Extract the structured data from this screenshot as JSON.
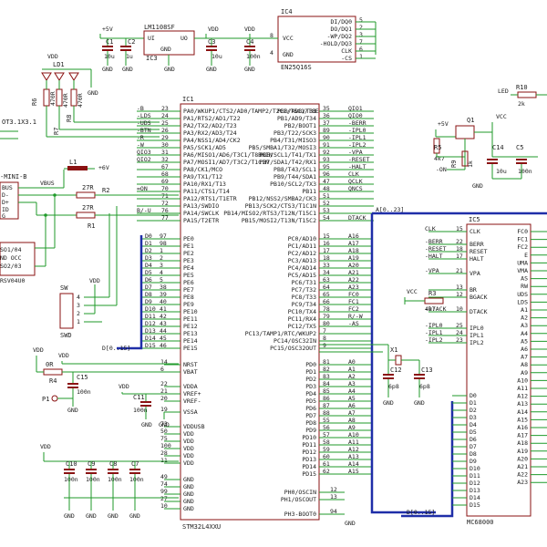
{
  "supply": {
    "vdd": "VDD",
    "plus5v": "+5V",
    "plus6v": "+6V",
    "gnd": "GND"
  },
  "regulator": {
    "ref": "IC3",
    "part": "LM1108SF",
    "pin_in": "UI",
    "pin_out": "UO",
    "pin_gnd": "GND"
  },
  "caps_top": [
    {
      "ref": "C1",
      "value": "10u"
    },
    {
      "ref": "C2",
      "value": "1u"
    },
    {
      "ref": "C3",
      "value": "10u"
    },
    {
      "ref": "C4",
      "value": "100n"
    }
  ],
  "flash": {
    "ref": "IC4",
    "part": "EN25Q16S",
    "pin_vcc": "VCC",
    "pin_gnd": "GND",
    "pins_left_num": [
      "8",
      "4"
    ],
    "pins_right_num": [
      "5",
      "2",
      "3",
      "7",
      "6",
      "1"
    ],
    "pins_right": [
      "DI/DQ0",
      "DO/DQ1",
      "-WP/DQ2",
      "-HOLD/DQ3",
      "CLK",
      "-CS"
    ]
  },
  "leds_top": [
    {
      "ref": "LD1",
      "value": ""
    },
    {
      "ref": "R6",
      "value": "470R"
    },
    {
      "ref": "R7",
      "value": "470R"
    },
    {
      "ref": "R8",
      "value": "470R"
    }
  ],
  "led_right": {
    "label": "LED",
    "ref": "R10",
    "value": "2k"
  },
  "mcu": {
    "ref": "IC1",
    "part": "STM32L4XXU",
    "left_pins": [
      {
        "num": "23",
        "name": "PA0/WKUP1/CTS2/AD0/TAMP2/T2C1/T5C1/T8E"
      },
      {
        "num": "24",
        "name": "PA1/RTS2/AD1/T22"
      },
      {
        "num": "25",
        "name": "PA2/TX2/AD2/T23"
      },
      {
        "num": "26",
        "name": "PA3/RX2/AD3/T24"
      },
      {
        "num": "29",
        "name": "PA4/NSS1/AD4/CK2"
      },
      {
        "num": "30",
        "name": "PA5/SCK1/AD5"
      },
      {
        "num": "31",
        "name": "PA6/MISO1/AD6/T3C1/T8BKIN"
      },
      {
        "num": "32",
        "name": "PA7/MOSI1/AD7/T3C2/T1C1N"
      },
      {
        "num": "67",
        "name": "PA8/CK1/MCO"
      },
      {
        "num": "68",
        "name": "PA9/TX1/T12"
      },
      {
        "num": "69",
        "name": "PA10/RX1/T13"
      },
      {
        "num": "70",
        "name": "PA11/CTS1/T14"
      },
      {
        "num": "71",
        "name": "PA12/RTS1/T1ETR"
      },
      {
        "num": "72",
        "name": "PA13/SWDIO"
      },
      {
        "num": "76",
        "name": "PA14/SWCLK"
      },
      {
        "num": "77",
        "name": "PA15/T2ETR"
      }
    ],
    "right_pins": [
      {
        "num": "35",
        "name": "PB0/AD8/T33"
      },
      {
        "num": "36",
        "name": "PB1/AD9/T34"
      },
      {
        "num": "37",
        "name": "PB2/BOOT1"
      },
      {
        "num": "89",
        "name": "PB3/T22/SCK3"
      },
      {
        "num": "90",
        "name": "PB4/T31/MISO3"
      },
      {
        "num": "91",
        "name": "PB5/SMBA1/T32/MOSI3"
      },
      {
        "num": "92",
        "name": "PB6/SCL1/T41/TX1"
      },
      {
        "num": "93",
        "name": "PB7/SDA1/T42/RX1"
      },
      {
        "num": "95",
        "name": "PB8/T43/SCL1"
      },
      {
        "num": "96",
        "name": "PB9/T44/SDA1"
      },
      {
        "num": "47",
        "name": "PB10/SCL2/TX3"
      },
      {
        "num": "48",
        "name": "PB11"
      },
      {
        "num": "51",
        "name": "PB12/NSS2/SMBA2/CK3"
      },
      {
        "num": "52",
        "name": "PB13/SCK2/CTS3/T1C1N"
      },
      {
        "num": "53",
        "name": "PB14/MISO2/RTS3/T12N/T15C1"
      },
      {
        "num": "54",
        "name": "PB15/MOSI2/T13N/T15C2"
      }
    ],
    "pe_pins": [
      "PE0",
      "PE1",
      "PE2",
      "PE3",
      "PE4",
      "PE5",
      "PE6",
      "PE7",
      "PE8",
      "PE9",
      "PE10",
      "PE11",
      "PE12",
      "PE13",
      "PE14",
      "PE15"
    ],
    "pc_pins": [
      {
        "num": "15",
        "name": "PC0/AD10"
      },
      {
        "num": "16",
        "name": "PC1/AD11"
      },
      {
        "num": "17",
        "name": "PC2/AD12"
      },
      {
        "num": "18",
        "name": "PC3/AD13"
      },
      {
        "num": "33",
        "name": "PC4/AD14"
      },
      {
        "num": "34",
        "name": "PC5/AD15"
      },
      {
        "num": "63",
        "name": "PC6/T31"
      },
      {
        "num": "64",
        "name": "PC7/T32"
      },
      {
        "num": "65",
        "name": "PC8/T33"
      },
      {
        "num": "66",
        "name": "PC9/T34"
      },
      {
        "num": "78",
        "name": "PC10/TX4"
      },
      {
        "num": "79",
        "name": "PC11/RX4"
      },
      {
        "num": "80",
        "name": "PC12/TX5"
      },
      {
        "num": "7",
        "name": "PC13/TAMP1/RTC/WKUP2"
      },
      {
        "num": "8",
        "name": "PC14/OSC32IN"
      },
      {
        "num": "9",
        "name": "PC15/OSC32OUT"
      }
    ],
    "pd_pins": [
      {
        "num": "81",
        "name": "PD0"
      },
      {
        "num": "82",
        "name": "PD1"
      },
      {
        "num": "83",
        "name": "PD2"
      },
      {
        "num": "84",
        "name": "PD3"
      },
      {
        "num": "85",
        "name": "PD4"
      },
      {
        "num": "86",
        "name": "PD5"
      },
      {
        "num": "87",
        "name": "PD6"
      },
      {
        "num": "88",
        "name": "PD7"
      },
      {
        "num": "55",
        "name": "PD8"
      },
      {
        "num": "56",
        "name": "PD9"
      },
      {
        "num": "57",
        "name": "PD10"
      },
      {
        "num": "58",
        "name": "PD11"
      },
      {
        "num": "59",
        "name": "PD12"
      },
      {
        "num": "60",
        "name": "PD13"
      },
      {
        "num": "61",
        "name": "PD14"
      },
      {
        "num": "62",
        "name": "PD15"
      }
    ],
    "power_pins": [
      {
        "num": "14",
        "name": "NRST"
      },
      {
        "num": "6",
        "name": "VBAT"
      },
      {
        "num": "22",
        "name": "VDDA"
      },
      {
        "num": "21",
        "name": "VREF+"
      },
      {
        "num": "20",
        "name": "VREF-"
      },
      {
        "num": "19",
        "name": "VSSA"
      },
      {
        "num": "73",
        "name": "VDDUSB"
      },
      {
        "num": "50",
        "name": "VDD"
      },
      {
        "num": "75",
        "name": "VDD"
      },
      {
        "num": "100",
        "name": "VDD"
      },
      {
        "num": "28",
        "name": "VDD"
      },
      {
        "num": "11",
        "name": "VDD"
      },
      {
        "num": "49",
        "name": "GND"
      },
      {
        "num": "74",
        "name": "GND"
      },
      {
        "num": "99",
        "name": "GND"
      },
      {
        "num": "27",
        "name": "GND"
      },
      {
        "num": "10",
        "name": "GND"
      }
    ],
    "osc_pins": [
      {
        "num": "12",
        "name": "PH0/OSCIN"
      },
      {
        "num": "13",
        "name": "PH1/OSCOUT"
      },
      {
        "num": "94",
        "name": "PH3-BOOT0"
      }
    ]
  },
  "mcu_left_nets": [
    "-B",
    "-LDS",
    "-UDS",
    "-BTN",
    "-R",
    "-W",
    "QIO3",
    "QIO2",
    "",
    "",
    "",
    "=ON",
    "",
    "",
    "B/-U",
    ""
  ],
  "mcu_right_nets": [
    "QIO1",
    "QIO0",
    "-BERR",
    "-IPL0",
    "-IPL1",
    "-IPL2",
    "-VPA",
    "-RESET",
    "-HALT",
    "CLK",
    "QCLK",
    "QNCS",
    "",
    "",
    "",
    "DTACK"
  ],
  "pe_nums": [
    "97",
    "98",
    "1",
    "2",
    "3",
    "4",
    "5",
    "38",
    "39",
    "40",
    "41",
    "42",
    "43",
    "44",
    "45",
    "46"
  ],
  "pe_nets": [
    "D0",
    "D1",
    "D2",
    "D3",
    "D4",
    "D5",
    "D6",
    "D7",
    "D8",
    "D9",
    "D10",
    "D11",
    "D12",
    "D13",
    "D14",
    "D15"
  ],
  "pc_nets": [
    "A16",
    "A17",
    "A18",
    "A19",
    "A20",
    "A21",
    "A22",
    "A23",
    "FC0",
    "FC1",
    "FC2",
    "R/-W",
    "-AS",
    "",
    "",
    ""
  ],
  "pd_nets": [
    "A0",
    "A1",
    "A2",
    "A3",
    "A4",
    "A5",
    "A6",
    "A7",
    "A8",
    "A9",
    "A10",
    "A11",
    "A12",
    "A13",
    "A14",
    "A15"
  ],
  "bus_labels": {
    "addr": "A[0..23]",
    "data_left": "D[0..15]",
    "data_bottom": "D[0..15]"
  },
  "usb": {
    "ref": "X1",
    "label": "-MINI-B",
    "pins": [
      "BUS",
      "D-",
      "D+",
      "ID",
      "G"
    ],
    "vbus": "VBUS",
    "r1": {
      "ref": "R1",
      "value": "27R"
    },
    "r2": {
      "ref": "R2",
      "value": "27R"
    },
    "inductor": {
      "ref": "L1"
    },
    "tvs": [
      "SO1/04",
      "ND OCC",
      "SO2/03",
      "RSV04U0"
    ]
  },
  "header_top": {
    "label": "OT3.1X3.1"
  },
  "sw": {
    "ref": "SW",
    "label": "SWD",
    "pins": [
      "4",
      "3",
      "2",
      "1"
    ]
  },
  "crystal": {
    "ref": "X1",
    "c12": "C12",
    "c13": "C13",
    "value": "6p8"
  },
  "reset_net": {
    "r4": "R4",
    "value": "0R",
    "c15": "C15",
    "c15_value": "100n",
    "p1": "P1"
  },
  "cap_bank": [
    {
      "ref": "C10",
      "value": "100n"
    },
    {
      "ref": "C9",
      "value": "100n"
    },
    {
      "ref": "C8",
      "value": "100n"
    },
    {
      "ref": "C7",
      "value": "100n"
    }
  ],
  "c11": {
    "ref": "C11",
    "value": "100n"
  },
  "power_right": {
    "r5": {
      "ref": "R5",
      "value": "4k7"
    },
    "r9": {
      "ref": "R9",
      "value": "1k"
    },
    "q1": {
      "ref": "Q1"
    },
    "c14": {
      "ref": "C14",
      "value": "10u"
    },
    "c5": {
      "ref": "C5",
      "value": "100n"
    },
    "on_net": "-ON",
    "vcc": "VCC"
  },
  "cpu": {
    "ref": "IC5",
    "part": "MC68000",
    "left_pins": [
      {
        "num": "15",
        "name": "CLK",
        "net": "CLK"
      },
      {
        "num": "22",
        "name": "BERR",
        "net": "-BERR"
      },
      {
        "num": "18",
        "name": "RESET",
        "net": "-RESET"
      },
      {
        "num": "17",
        "name": "HALT",
        "net": "-HALT"
      },
      {
        "num": "21",
        "name": "VPA",
        "net": "-VPA"
      },
      {
        "num": "13",
        "name": "BR",
        "net": ""
      },
      {
        "num": "12",
        "name": "BGACK",
        "net": ""
      },
      {
        "num": "10",
        "name": "DTACK",
        "net": "-DTACK"
      },
      {
        "num": "25",
        "name": "IPL0",
        "net": "-IPL0"
      },
      {
        "num": "24",
        "name": "IPL1",
        "net": "-IPL1"
      },
      {
        "num": "23",
        "name": "IPL2",
        "net": "-IPL2"
      }
    ],
    "right_pins": [
      "FC0",
      "FC1",
      "FC2",
      "E",
      "UMA",
      "VMA",
      "AS",
      "RW",
      "UDS",
      "LDS",
      "A1",
      "A2",
      "A3",
      "A4",
      "A5",
      "A6",
      "A7",
      "A8",
      "A9",
      "A10",
      "A11",
      "A12",
      "A13",
      "A14",
      "A15",
      "A16",
      "A17",
      "A18",
      "A19",
      "A20",
      "A21",
      "A22",
      "A23"
    ],
    "data_pins": [
      "D0",
      "D1",
      "D2",
      "D3",
      "D4",
      "D5",
      "D6",
      "D7",
      "D8",
      "D9",
      "D10",
      "D11",
      "D12",
      "D13",
      "D14",
      "D15"
    ],
    "r3": {
      "ref": "R3",
      "value": "4k7"
    },
    "vcc": "VCC"
  }
}
